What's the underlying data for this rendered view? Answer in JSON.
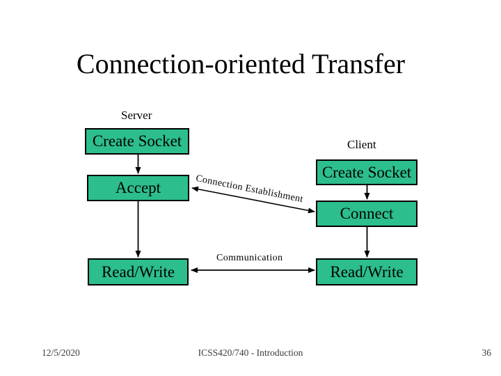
{
  "slide": {
    "title": "Connection-oriented Transfer",
    "footer": {
      "date": "12/5/2020",
      "course": "ICSS420/740 - Introduction",
      "page_number": "36"
    },
    "colors": {
      "box_fill": "#2cbe8d",
      "box_border": "#000000",
      "background": "#ffffff",
      "text": "#000000",
      "footer_text": "#3a3a3a"
    }
  },
  "diagram": {
    "server_label": "Server",
    "client_label": "Client",
    "server_boxes": [
      {
        "label": "Create Socket"
      },
      {
        "label": "Accept"
      },
      {
        "label": "Read/Write"
      }
    ],
    "client_boxes": [
      {
        "label": "Create Socket"
      },
      {
        "label": "Connect"
      },
      {
        "label": "Read/Write"
      }
    ],
    "connection_label": "Connection Establishment",
    "communication_label": "Communication"
  }
}
